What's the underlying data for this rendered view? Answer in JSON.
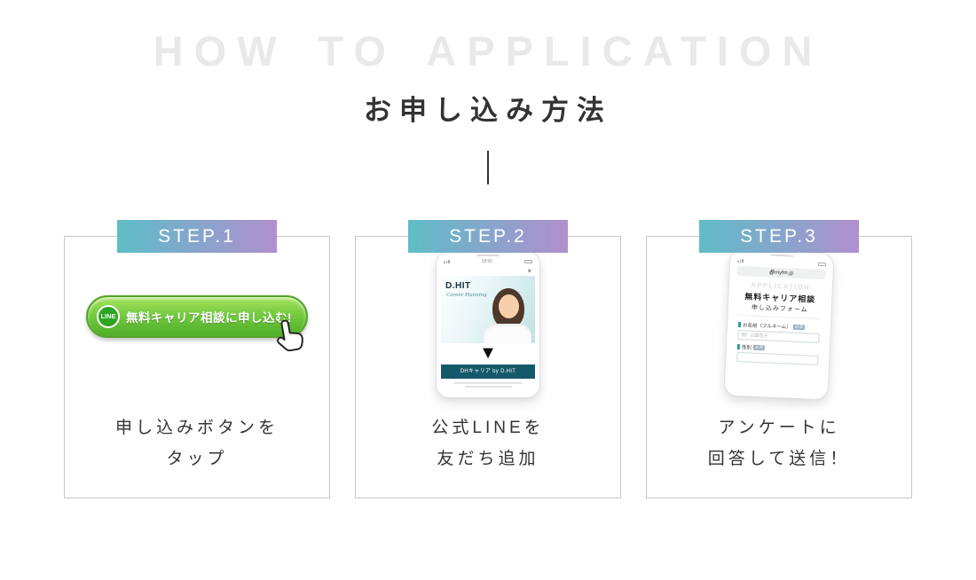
{
  "header": {
    "title_en": "HOW TO APPLICATION",
    "title_ja": "お申し込み方法"
  },
  "steps": [
    {
      "badge": "STEP.1",
      "caption1": "申し込みボタンを",
      "caption2": "タップ"
    },
    {
      "badge": "STEP.2",
      "caption1": "公式LINEを",
      "caption2": "友だち追加"
    },
    {
      "badge": "STEP.3",
      "caption1": "アンケートに",
      "caption2": "回答して送信！"
    }
  ],
  "line_button": {
    "icon_label": "LINE",
    "label": "無料キャリア相談に申し込む!"
  },
  "phone_line": {
    "time": "18:56",
    "close": "×",
    "brand": "D.HIT",
    "brand_sub": "Career Planning",
    "arrow": "▼",
    "bar_label": "DHキャリア by D.HIT"
  },
  "phone_form": {
    "url": "myfm.jp",
    "ghost_title": "APPLICATION",
    "title": "無料キャリア相談",
    "subtitle": "申し込みフォーム",
    "field1_label": "お名前（フルネーム）",
    "field1_badge": "必須",
    "field1_placeholder": "例）山田花子",
    "field2_label": "性別",
    "field2_badge": "必須"
  },
  "colors": {
    "badge_gradient_start": "#5fbdc6",
    "badge_gradient_end": "#b18fcf",
    "line_button_green": "#4fae27",
    "line_bar_teal": "#14586b",
    "title_ghost_gray": "#e9e9e9",
    "text_dark": "#333333"
  }
}
